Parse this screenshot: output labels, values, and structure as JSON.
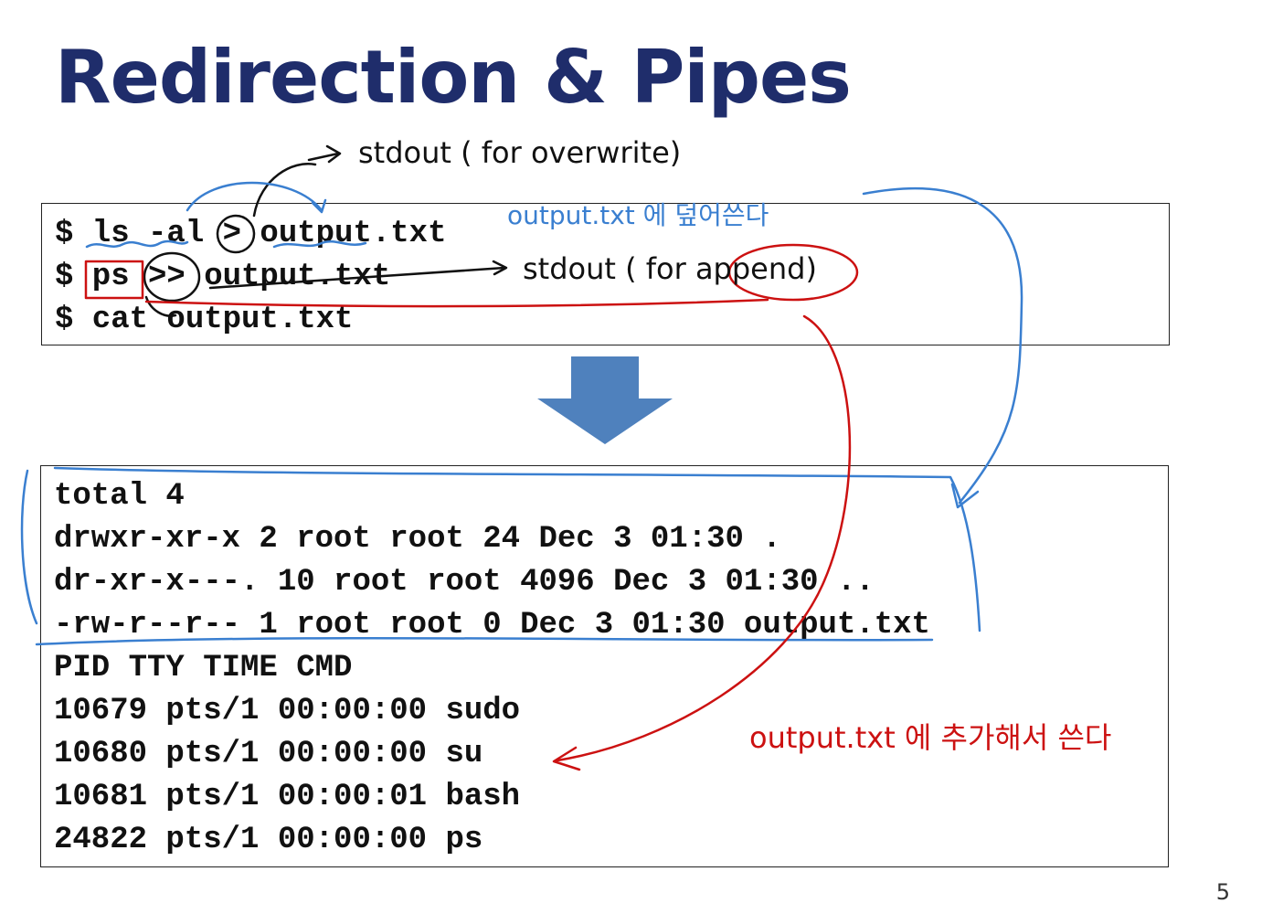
{
  "slide": {
    "title": "Redirection & Pipes",
    "page_number": "5",
    "commands": [
      "$ ls -al > output.txt",
      "$ ps >> output.txt",
      "$ cat output.txt"
    ],
    "output_lines": [
      "total 4",
      "drwxr-xr-x 2 root root 24 Dec 3 01:30 .",
      "dr-xr-x---. 10 root root 4096 Dec 3 01:30 ..",
      "-rw-r--r-- 1 root root 0 Dec 3 01:30 output.txt",
      "PID TTY TIME CMD",
      "10679 pts/1 00:00:00 sudo",
      "10680 pts/1 00:00:00 su",
      "10681 pts/1 00:00:01 bash",
      "24822 pts/1 00:00:00 ps"
    ]
  },
  "annotations": {
    "overwrite_note": "stdout ( for overwrite)",
    "append_note": "stdout ( for append)",
    "overwrite_korean": "output.txt 에 덮어쓴다",
    "append_korean": "output.txt 에 추가해서 쓴다"
  },
  "colors": {
    "title": "#1f2d6b",
    "arrow": "#4f81bd",
    "blue_ink": "#3a7fd0",
    "red_ink": "#cc1111",
    "black_ink": "#111111"
  }
}
